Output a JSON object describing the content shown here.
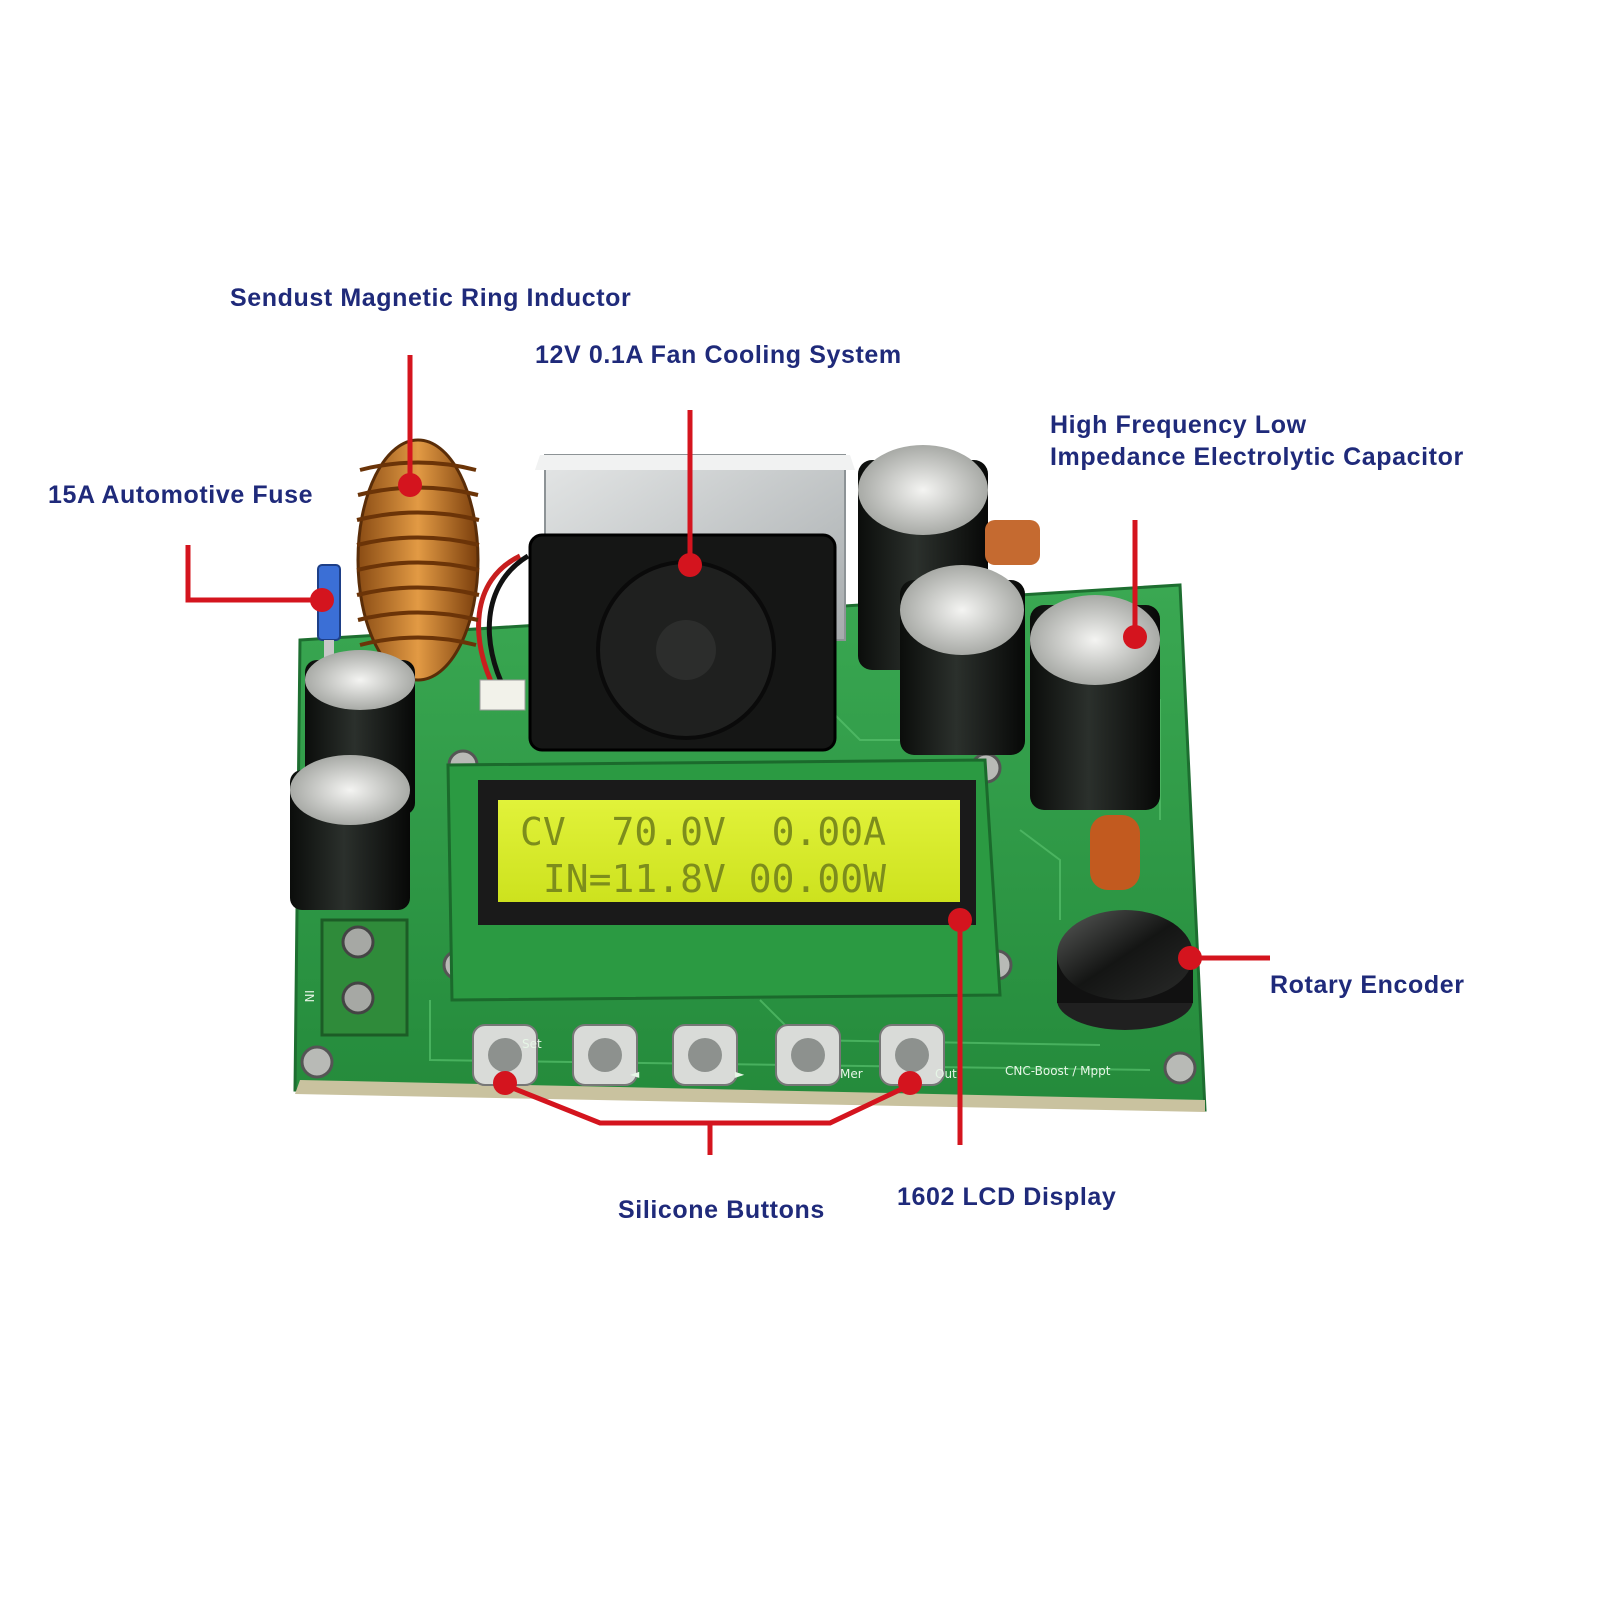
{
  "colors": {
    "label_text": "#1f2a7a",
    "leader_line": "#d4141e",
    "pcb_green": "#2f9a45",
    "lcd_backlight": "#d9ee2a",
    "lcd_text": "#7a8a1e"
  },
  "callouts": {
    "inductor": "Sendust Magnetic Ring Inductor",
    "fan": "12V 0.1A Fan Cooling System",
    "capacitor_line1": "High Frequency Low",
    "capacitor_line2": "Impedance Electrolytic Capacitor",
    "fuse": "15A  Automotive Fuse",
    "encoder": "Rotary Encoder",
    "buttons": "Silicone Buttons",
    "lcd": "1602 LCD Display"
  },
  "lcd": {
    "line1": "CV  70.0V  0.00A",
    "line2": " IN=11.8V 00.00W"
  },
  "board": {
    "button_labels": [
      "Set",
      "◄",
      "►",
      "Mer",
      "Out"
    ],
    "silkscreen": "CNC-Boost / Mppt",
    "terminal_label": "IN"
  }
}
